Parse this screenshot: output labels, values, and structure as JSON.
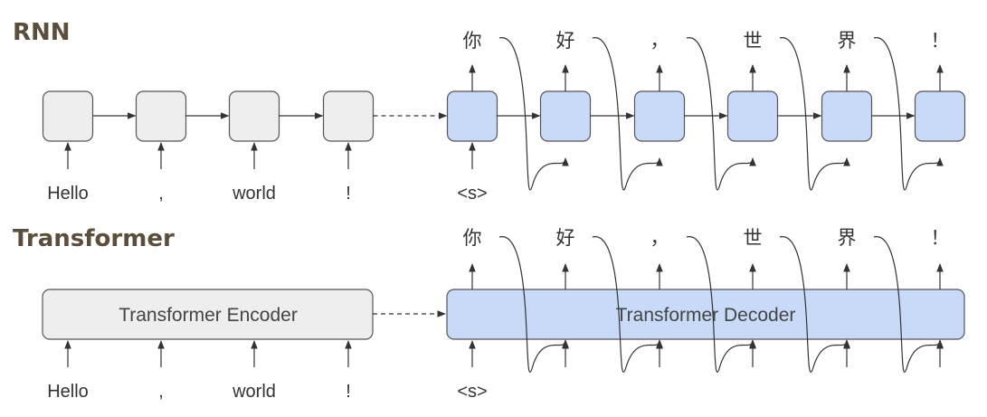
{
  "rnn": {
    "title": "RNN",
    "encoder_tokens": [
      "Hello",
      ",",
      "world",
      "!"
    ],
    "decoder_input": "<s>",
    "decoder_outputs": [
      "你",
      "好",
      "，",
      "世",
      "界",
      "！"
    ]
  },
  "transformer": {
    "title": "Transformer",
    "encoder_label": "Transformer Encoder",
    "decoder_label": "Transformer Decoder",
    "encoder_tokens": [
      "Hello",
      ",",
      "world",
      "!"
    ],
    "decoder_input": "<s>",
    "decoder_outputs": [
      "你",
      "好",
      "，",
      "世",
      "界",
      "！"
    ]
  },
  "colors": {
    "encoder_fill": "#eeeeee",
    "decoder_fill": "#c9daf8",
    "title_color": "#5b4e3c",
    "line_color": "#333333"
  }
}
